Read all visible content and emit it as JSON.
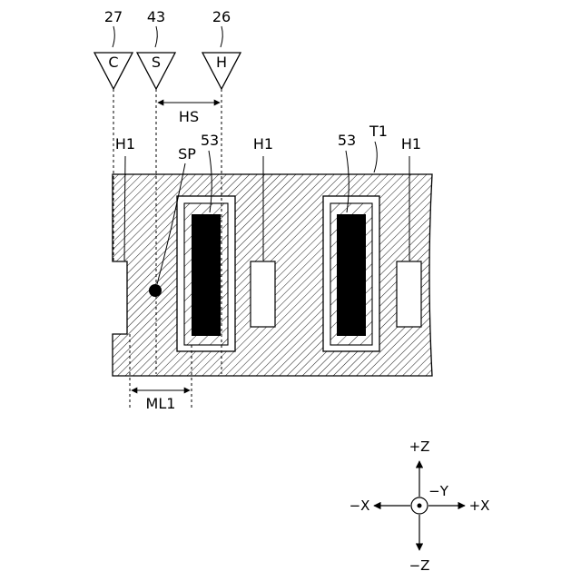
{
  "sensors": [
    {
      "ref": "27",
      "letter": "C"
    },
    {
      "ref": "43",
      "letter": "S"
    },
    {
      "ref": "26",
      "letter": "H"
    }
  ],
  "labels": {
    "hs": "HS",
    "t1": "T1",
    "sp": "SP",
    "ml1": "ML1",
    "h1_left": "H1",
    "h1_mid": "H1",
    "h1_right": "H1",
    "ref53_left": "53",
    "ref53_right": "53"
  },
  "axes": {
    "plus_z": "+Z",
    "minus_z": "−Z",
    "plus_x": "+X",
    "minus_x": "−X",
    "minus_y": "−Y"
  }
}
